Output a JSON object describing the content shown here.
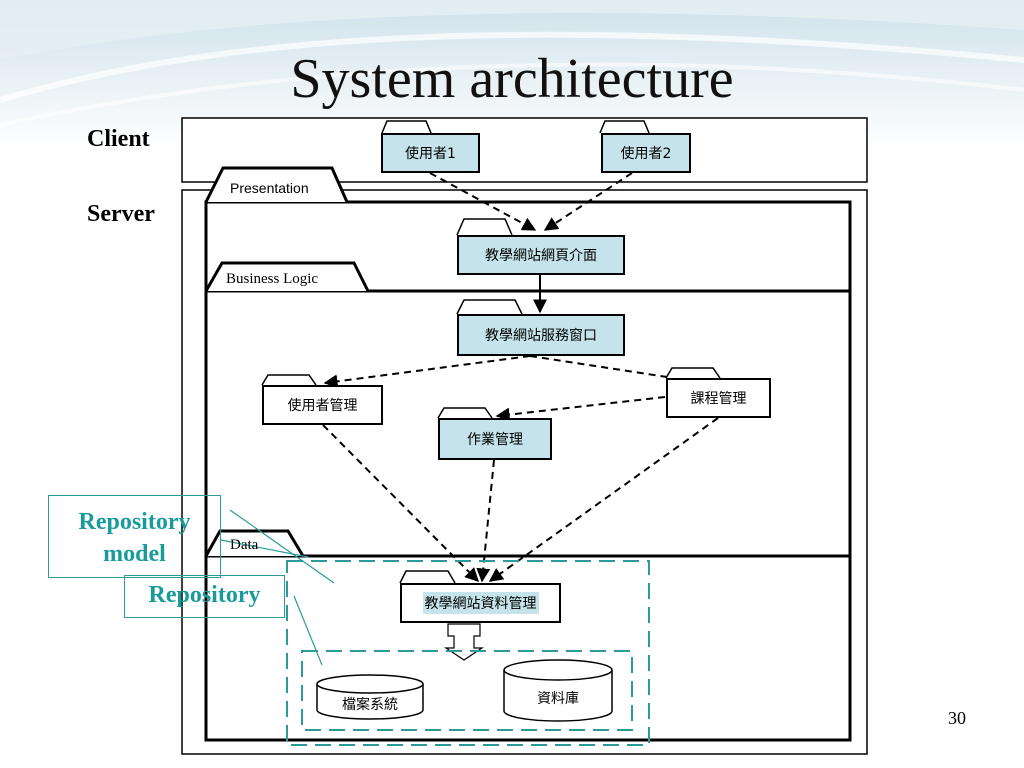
{
  "slide": {
    "title": "System architecture",
    "page_number": "30"
  },
  "tiers": {
    "client": "Client",
    "server": "Server"
  },
  "layers": {
    "presentation": "Presentation",
    "business_logic": "Business Logic",
    "data": "Data"
  },
  "packages": {
    "user1": "使用者1",
    "user2": "使用者2",
    "web_interface": "教學網站網頁介面",
    "service_window": "教學網站服務窗口",
    "user_management": "使用者管理",
    "course_management": "課程管理",
    "homework_management": "作業管理",
    "data_management": "教學網站資料管理"
  },
  "storage": {
    "file_system": "檔案系統",
    "database": "資料庫"
  },
  "callouts": {
    "repository_model": "Repository model",
    "repository": "Repository"
  },
  "colors": {
    "callout_text": "#1a9b9b",
    "package_fill": "#c5e3ea",
    "dashed_frame": "#2e9a9a"
  }
}
